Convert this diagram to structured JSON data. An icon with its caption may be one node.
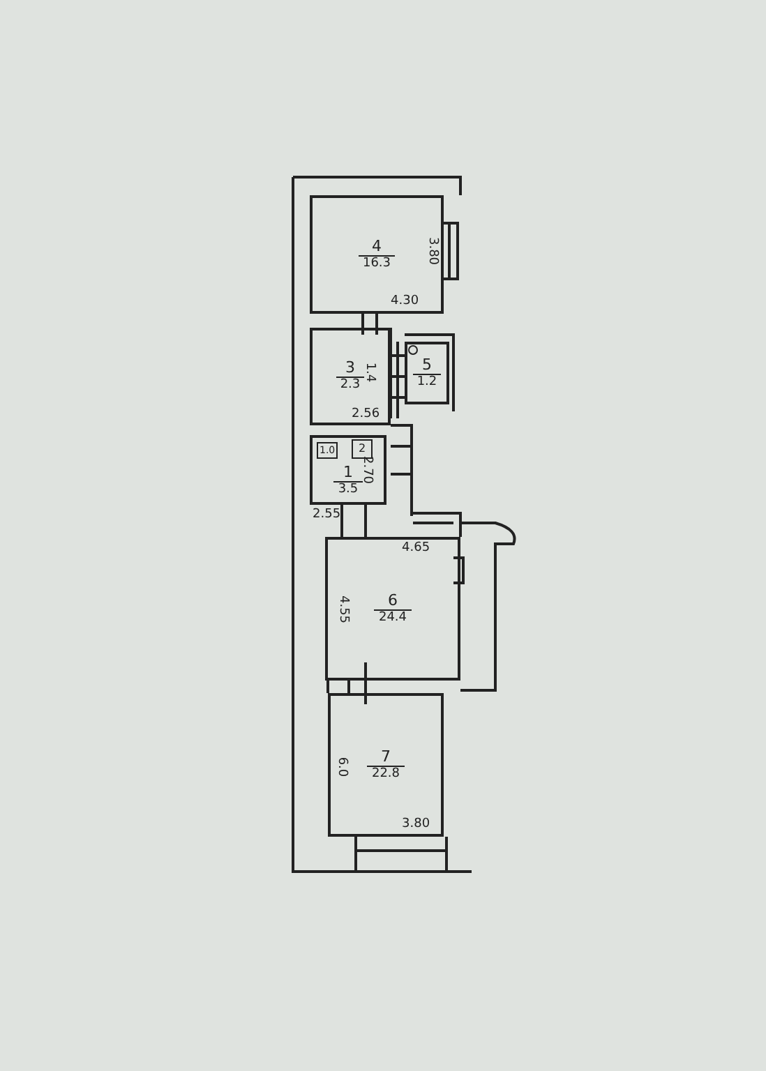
{
  "diagram": {
    "nodes": [
      {
        "text": [
          "4",
          "16.3"
        ]
      },
      {
        "text": [
          "3",
          "2.3"
        ]
      },
      {
        "text": [
          "5",
          "1.2"
        ]
      },
      {
        "text": [
          "1",
          "3.5"
        ]
      },
      {
        "text": [
          "2"
        ],
        "in": 3
      },
      {
        "text": [
          "6",
          "24.4"
        ]
      },
      {
        "text": [
          "7",
          "22.8"
        ]
      }
    ],
    "labels": [
      "3.80",
      "4.30",
      "1.4",
      "2.56",
      "1.0",
      "2.70",
      "2.55",
      "4.65",
      "4.55",
      "6.0",
      "3.80"
    ]
  }
}
